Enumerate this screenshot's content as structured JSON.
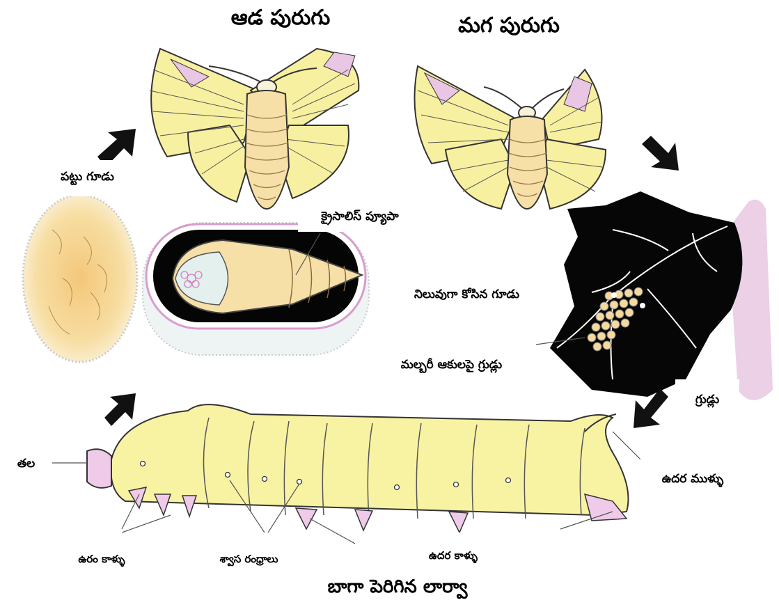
{
  "title_female": "ఆడ పురుగు",
  "title_male": "మగ పురుగు",
  "labels": {
    "cocoon": "పట్టు గూడు",
    "pupa": "క్రైసాలిస్ ప్యూపా",
    "cut_cocoon": "నిలువుగా కోసిన గూడు",
    "eggs_on_leaf": "మల్బరీ ఆకులపై గ్రుడ్లు",
    "eggs": "గ్రుడ్లు",
    "head": "తల",
    "abdominal_horn": "ఉదర ముళ్ళు",
    "thoracic_legs": "ఉరం కాళ్ళు",
    "spiracles": "శ్వాస రంధ్రాలు",
    "abdominal_legs": "ఉదర కాళ్ళు",
    "larva_caption": "బాగా పెరిగిన లార్వా"
  },
  "colors": {
    "wing_yellow": "#f7f0a0",
    "wing_pink": "#e9c6e3",
    "body_peach": "#f7dfa8",
    "larva_yellow": "#f8f2a3",
    "proleg_pink": "#efcbe9",
    "arrow": "#111111"
  }
}
